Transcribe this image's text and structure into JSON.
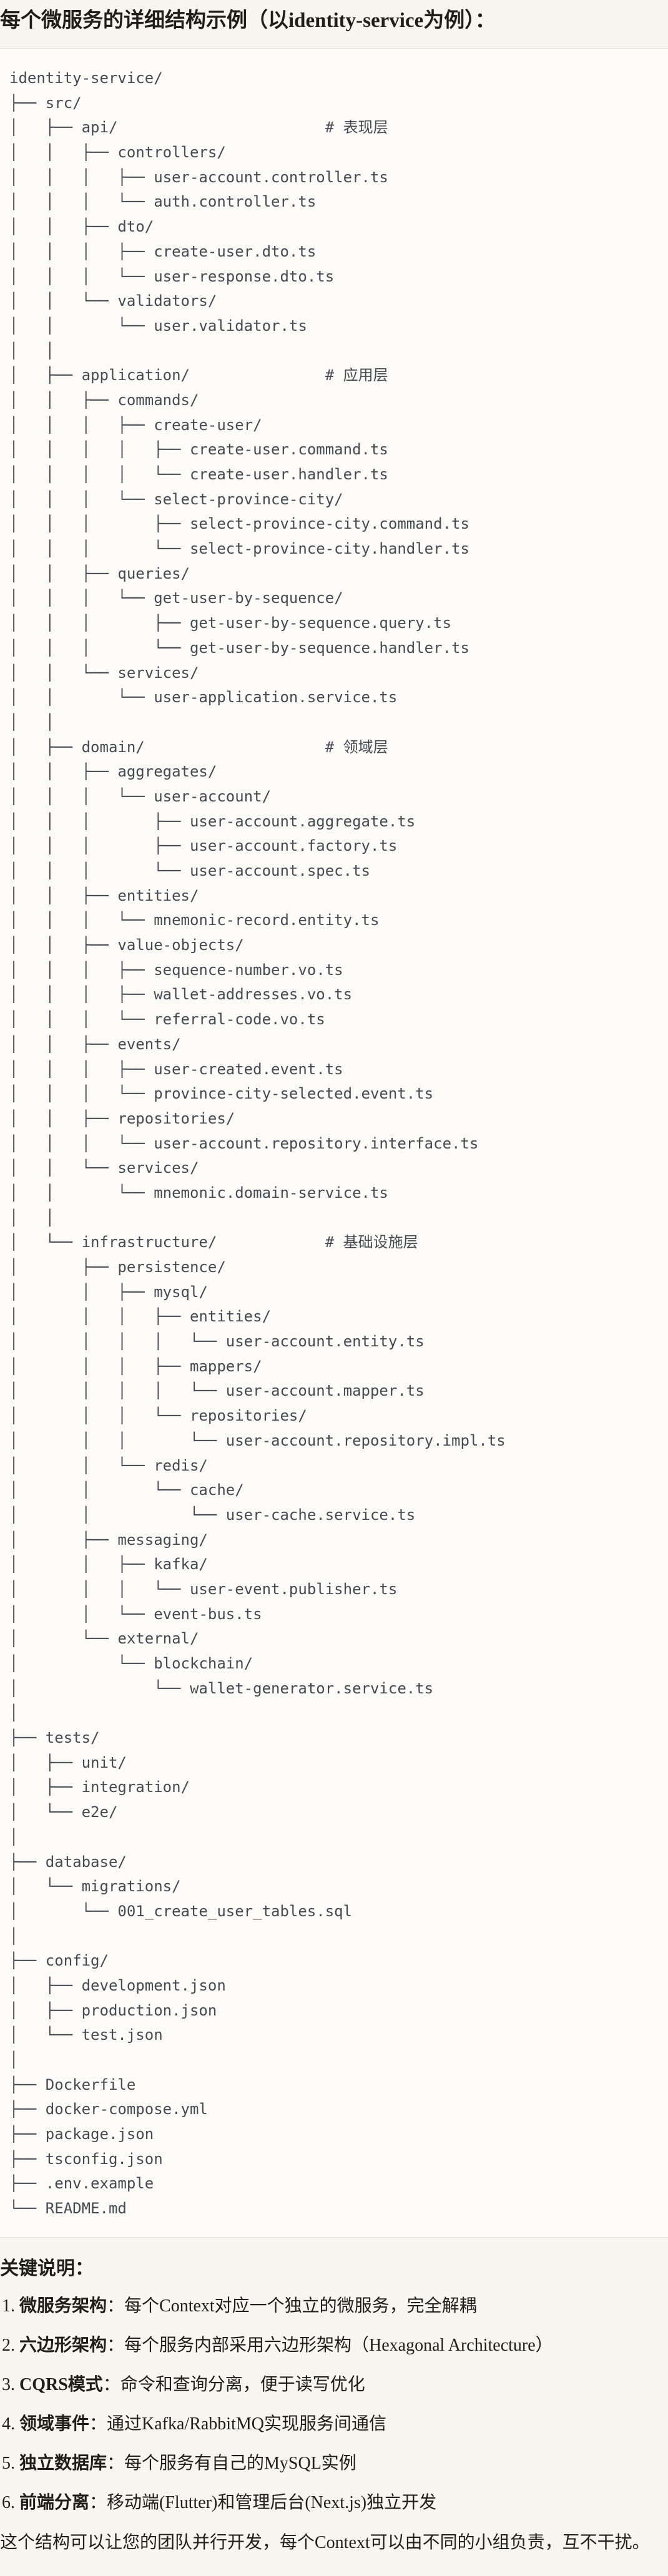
{
  "title": "每个微服务的详细结构示例（以identity-service为例）：",
  "tree": {
    "lines": [
      "identity-service/",
      "├── src/",
      "│   ├── api/                       # 表现层",
      "│   │   ├── controllers/",
      "│   │   │   ├── user-account.controller.ts",
      "│   │   │   └── auth.controller.ts",
      "│   │   ├── dto/",
      "│   │   │   ├── create-user.dto.ts",
      "│   │   │   └── user-response.dto.ts",
      "│   │   └── validators/",
      "│   │       └── user.validator.ts",
      "│   │",
      "│   ├── application/               # 应用层",
      "│   │   ├── commands/",
      "│   │   │   ├── create-user/",
      "│   │   │   │   ├── create-user.command.ts",
      "│   │   │   │   └── create-user.handler.ts",
      "│   │   │   └── select-province-city/",
      "│   │   │       ├── select-province-city.command.ts",
      "│   │   │       └── select-province-city.handler.ts",
      "│   │   ├── queries/",
      "│   │   │   └── get-user-by-sequence/",
      "│   │   │       ├── get-user-by-sequence.query.ts",
      "│   │   │       └── get-user-by-sequence.handler.ts",
      "│   │   └── services/",
      "│   │       └── user-application.service.ts",
      "│   │",
      "│   ├── domain/                    # 领域层",
      "│   │   ├── aggregates/",
      "│   │   │   └── user-account/",
      "│   │   │       ├── user-account.aggregate.ts",
      "│   │   │       ├── user-account.factory.ts",
      "│   │   │       └── user-account.spec.ts",
      "│   │   ├── entities/",
      "│   │   │   └── mnemonic-record.entity.ts",
      "│   │   ├── value-objects/",
      "│   │   │   ├── sequence-number.vo.ts",
      "│   │   │   ├── wallet-addresses.vo.ts",
      "│   │   │   └── referral-code.vo.ts",
      "│   │   ├── events/",
      "│   │   │   ├── user-created.event.ts",
      "│   │   │   └── province-city-selected.event.ts",
      "│   │   ├── repositories/",
      "│   │   │   └── user-account.repository.interface.ts",
      "│   │   └── services/",
      "│   │       └── mnemonic.domain-service.ts",
      "│   │",
      "│   └── infrastructure/            # 基础设施层",
      "│       ├── persistence/",
      "│       │   ├── mysql/",
      "│       │   │   ├── entities/",
      "│       │   │   │   └── user-account.entity.ts",
      "│       │   │   ├── mappers/",
      "│       │   │   │   └── user-account.mapper.ts",
      "│       │   │   └── repositories/",
      "│       │   │       └── user-account.repository.impl.ts",
      "│       │   └── redis/",
      "│       │       └── cache/",
      "│       │           └── user-cache.service.ts",
      "│       ├── messaging/",
      "│       │   ├── kafka/",
      "│       │   │   └── user-event.publisher.ts",
      "│       │   └── event-bus.ts",
      "│       └── external/",
      "│           └── blockchain/",
      "│               └── wallet-generator.service.ts",
      "│",
      "├── tests/",
      "│   ├── unit/",
      "│   ├── integration/",
      "│   └── e2e/",
      "│",
      "├── database/",
      "│   └── migrations/",
      "│       └── 001_create_user_tables.sql",
      "│",
      "├── config/",
      "│   ├── development.json",
      "│   ├── production.json",
      "│   └── test.json",
      "│",
      "├── Dockerfile",
      "├── docker-compose.yml",
      "├── package.json",
      "├── tsconfig.json",
      "├── .env.example",
      "└── README.md"
    ]
  },
  "notes": {
    "heading": "关键说明：",
    "items": [
      {
        "num": "1.",
        "label": "微服务架构",
        "desc": "：每个Context对应一个独立的微服务，完全解耦"
      },
      {
        "num": "2.",
        "label": "六边形架构",
        "desc": "：每个服务内部采用六边形架构（Hexagonal Architecture）"
      },
      {
        "num": "3.",
        "label": "CQRS模式",
        "desc": "：命令和查询分离，便于读写优化"
      },
      {
        "num": "4.",
        "label": "领域事件",
        "desc": "：通过Kafka/RabbitMQ实现服务间通信"
      },
      {
        "num": "5.",
        "label": "独立数据库",
        "desc": "：每个服务有自己的MySQL实例"
      },
      {
        "num": "6.",
        "label": "前端分离",
        "desc": "：移动端(Flutter)和管理后台(Next.js)独立开发"
      }
    ],
    "footer": "这个结构可以让您的团队并行开发，每个Context可以由不同的小组负责，互不干扰。"
  },
  "colors": {
    "page_bg": "#F7F5EE",
    "code_bg": "#FCFBF7",
    "code_border": "#E5E3DB",
    "code_text": "#464B52",
    "text": "#201E19"
  }
}
